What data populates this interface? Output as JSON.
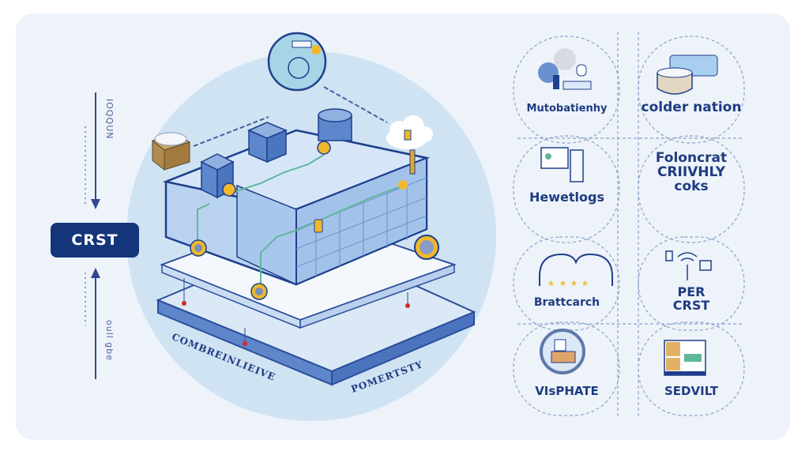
{
  "left_panel": {
    "badge": "CRST",
    "vertical_label_top": "IOQQUN",
    "vertical_label_bottom": "oull gbe"
  },
  "center": {
    "platform_label_left": "COMBREINLIEIVE",
    "platform_label_right": "POMERTSTY"
  },
  "right_grid": {
    "items": [
      {
        "label": "Mutobatienhy",
        "icon": "workstation-icon"
      },
      {
        "label": "colder nation",
        "icon": "storage-drum-icon"
      },
      {
        "label": "Hewetlogs",
        "icon": "monitor-icon"
      },
      {
        "label": "Foloncrat CRIIVHLY coks",
        "icon": ""
      },
      {
        "label": "Brattcarch",
        "icon": "rating-arch-icon"
      },
      {
        "label": "PER CRST",
        "icon": "wireless-network-icon"
      },
      {
        "label": "VIsPHATE",
        "icon": "circular-machine-icon"
      },
      {
        "label": "SEDVILT",
        "icon": "dashboard-panel-icon"
      }
    ]
  },
  "colors": {
    "navy": "#15357a",
    "accent_blue": "#1f3b82",
    "circle_bg": "#cfe3f3",
    "card_bg": "#edf3f9",
    "coin": "#f0b92b"
  }
}
